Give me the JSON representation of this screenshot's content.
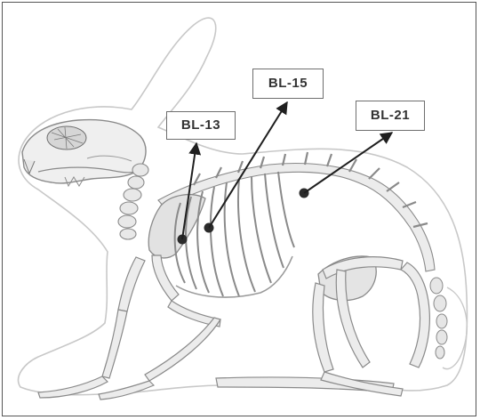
{
  "acupoints": [
    {
      "label": "BL-13"
    },
    {
      "label": "BL-15"
    },
    {
      "label": "BL-21"
    }
  ],
  "colors": {
    "outline": "#c8c8c8",
    "bone_fill": "#efefef",
    "bone_stroke": "#8a8a8a",
    "bone_shade": "#bdbdbd",
    "point": "#2b2b2b",
    "arrow": "#1f1f1f",
    "label_border": "#6e6e6e",
    "label_text": "#333333"
  }
}
